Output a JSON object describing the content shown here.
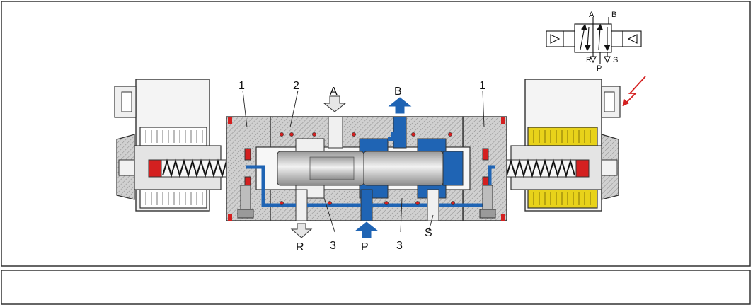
{
  "labels": {
    "part_1_left": "1",
    "part_2": "2",
    "part_1_right": "1",
    "port_a": "A",
    "port_b": "B",
    "port_r": "R",
    "port_p": "P",
    "port_s": "S",
    "part_3_left": "3",
    "part_3_right": "3"
  },
  "symbol": {
    "port_a": "A",
    "port_b": "B",
    "port_r": "R",
    "port_p": "P",
    "port_s": "S"
  },
  "colors": {
    "pressure_oil": "#1f64b4",
    "coil_energized": "#e8d21a",
    "spring_seal": "#d42020",
    "body_grey": "#d3d3d3",
    "signal_arrow": "#d42020"
  },
  "caption": ""
}
